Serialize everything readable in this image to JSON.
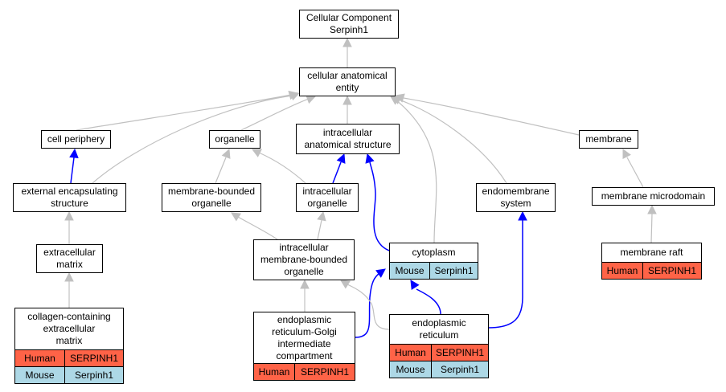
{
  "colors": {
    "human": "#ff6347",
    "mouse": "#add8e6",
    "gray_edge": "#c0c0c0",
    "blue_edge": "#0000ff"
  },
  "nodes": {
    "cc_root": {
      "lines": [
        "Cellular Component",
        "Serpinh1"
      ]
    },
    "cae": {
      "lines": [
        "cellular anatomical",
        "entity"
      ]
    },
    "cell_periphery": {
      "lines": [
        "cell periphery"
      ]
    },
    "organelle": {
      "lines": [
        "organelle"
      ]
    },
    "ias": {
      "lines": [
        "intracellular",
        "anatomical structure"
      ]
    },
    "membrane": {
      "lines": [
        "membrane"
      ]
    },
    "ext_encap": {
      "lines": [
        "external encapsulating",
        "structure"
      ]
    },
    "mbo": {
      "lines": [
        "membrane-bounded",
        "organelle"
      ]
    },
    "intra_org": {
      "lines": [
        "intracellular",
        "organelle"
      ]
    },
    "endomembrane": {
      "lines": [
        "endomembrane",
        "system"
      ]
    },
    "mem_micro": {
      "lines": [
        "membrane microdomain"
      ]
    },
    "ecm": {
      "lines": [
        "extracellular",
        "matrix"
      ]
    },
    "imbo": {
      "lines": [
        "intracellular",
        "membrane-bounded",
        "organelle"
      ]
    },
    "cytoplasm": {
      "lines": [
        "cytoplasm"
      ],
      "rows": [
        [
          "Mouse",
          "Serpinh1"
        ]
      ]
    },
    "mem_raft": {
      "lines": [
        "membrane raft"
      ],
      "rows": [
        [
          "Human",
          "SERPINH1"
        ]
      ]
    },
    "collagen": {
      "lines": [
        "collagen-containing",
        "extracellular",
        "matrix"
      ],
      "rows": [
        [
          "Human",
          "SERPINH1"
        ],
        [
          "Mouse",
          "Serpinh1"
        ]
      ]
    },
    "ergic": {
      "lines": [
        "endoplasmic",
        "reticulum-Golgi",
        "intermediate",
        "compartment"
      ],
      "rows": [
        [
          "Human",
          "SERPINH1"
        ]
      ]
    },
    "er": {
      "lines": [
        "endoplasmic",
        "reticulum"
      ],
      "rows": [
        [
          "Human",
          "SERPINH1"
        ],
        [
          "Mouse",
          "Serpinh1"
        ]
      ]
    }
  },
  "edges": [
    {
      "from": "cae",
      "to": "cc_root",
      "color": "gray"
    },
    {
      "from": "cell_periphery",
      "to": "cae",
      "color": "gray"
    },
    {
      "from": "ext_encap",
      "to": "cae",
      "color": "gray"
    },
    {
      "from": "organelle",
      "to": "cae",
      "color": "gray"
    },
    {
      "from": "ias",
      "to": "cae",
      "color": "gray"
    },
    {
      "from": "cytoplasm",
      "to": "cae",
      "color": "gray"
    },
    {
      "from": "endomembrane",
      "to": "cae",
      "color": "gray"
    },
    {
      "from": "membrane",
      "to": "cae",
      "color": "gray"
    },
    {
      "from": "ext_encap",
      "to": "cell_periphery",
      "color": "blue"
    },
    {
      "from": "mbo",
      "to": "organelle",
      "color": "gray"
    },
    {
      "from": "intra_org",
      "to": "organelle",
      "color": "gray"
    },
    {
      "from": "intra_org",
      "to": "ias",
      "color": "blue"
    },
    {
      "from": "cytoplasm",
      "to": "ias",
      "color": "blue"
    },
    {
      "from": "mem_micro",
      "to": "membrane",
      "color": "gray"
    },
    {
      "from": "ecm",
      "to": "ext_encap",
      "color": "gray"
    },
    {
      "from": "imbo",
      "to": "mbo",
      "color": "gray"
    },
    {
      "from": "imbo",
      "to": "intra_org",
      "color": "gray"
    },
    {
      "from": "mem_raft",
      "to": "mem_micro",
      "color": "gray"
    },
    {
      "from": "collagen",
      "to": "ecm",
      "color": "gray"
    },
    {
      "from": "ergic",
      "to": "imbo",
      "color": "gray"
    },
    {
      "from": "ergic",
      "to": "cytoplasm",
      "color": "blue"
    },
    {
      "from": "er",
      "to": "imbo",
      "color": "gray"
    },
    {
      "from": "er",
      "to": "cytoplasm",
      "color": "blue"
    },
    {
      "from": "er",
      "to": "endomembrane",
      "color": "blue"
    }
  ]
}
